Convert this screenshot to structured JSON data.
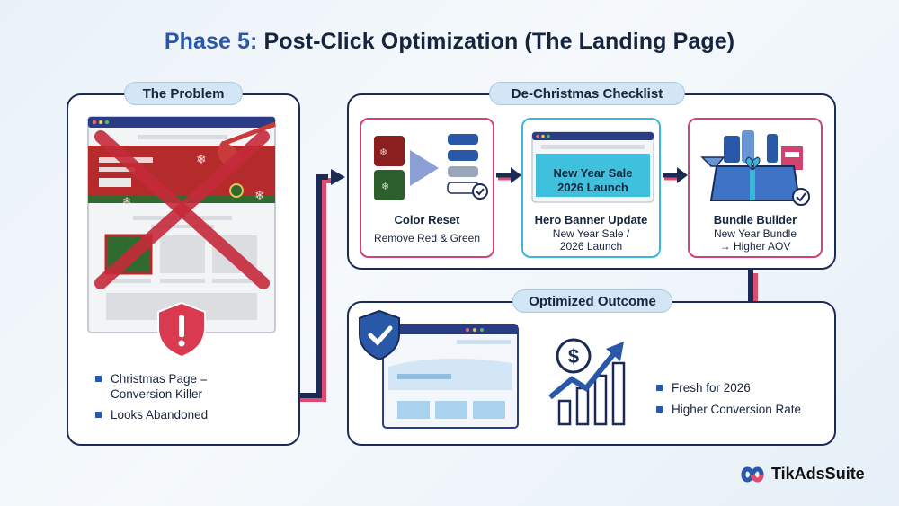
{
  "title": {
    "prefix": "Phase 5:",
    "rest": " Post-Click Optimization (The Landing Page)"
  },
  "problem": {
    "label": "The Problem",
    "bullets": [
      "Christmas Page = Conversion Killer",
      "Looks Abandoned"
    ]
  },
  "checklist": {
    "label": "De-Christmas Checklist",
    "cards": [
      {
        "title": "Color Reset",
        "sub": [
          "Remove Red & Green"
        ]
      },
      {
        "title": "Hero Banner Update",
        "sub": [
          "New Year Sale /",
          "2026 Launch"
        ],
        "banner": [
          "New Year Sale",
          "2026 Launch"
        ]
      },
      {
        "title": "Bundle Builder",
        "sub": [
          "New Year Bundle",
          "→ Higher AOV"
        ]
      }
    ]
  },
  "outcome": {
    "label": "Optimized Outcome",
    "bullets": [
      "Fresh for 2026",
      "Higher Conversion Rate"
    ]
  },
  "brand": {
    "name": "TikAdsSuite"
  },
  "colors": {
    "navy": "#1b2b56",
    "accent_blue": "#2a58a8",
    "red": "#d4436f",
    "cyan": "#38b7d9",
    "christmas_red": "#b52a2a",
    "christmas_green": "#2f6b2f"
  }
}
